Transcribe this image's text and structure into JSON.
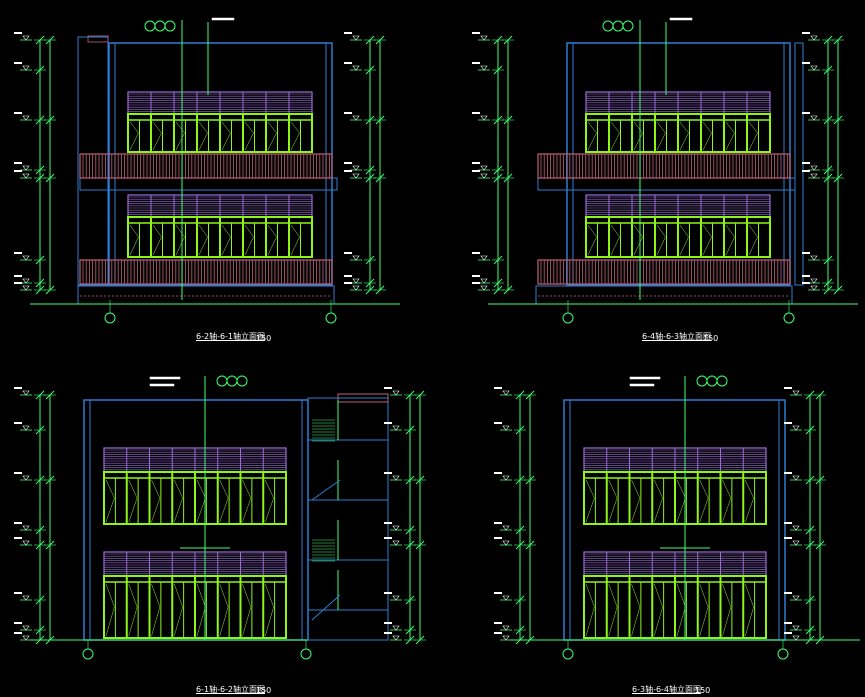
{
  "colors": {
    "background": "#000000",
    "wall": "#2b7fd4",
    "window_frame": "#8ef51a",
    "louver": "#9b6dd8",
    "railing": "#c0607a",
    "dimension": "#3fff6f",
    "text": "#ffffff",
    "leader": "#3fff6f"
  },
  "drawings": [
    {
      "id": "elev-top-left",
      "title": "6-2轴-6-1轴立面图",
      "scale": "150"
    },
    {
      "id": "elev-top-right",
      "title": "6-4轴-6-3轴立面图",
      "scale": "150"
    },
    {
      "id": "elev-bottom-left",
      "title": "6-1轴-6-2轴立面图",
      "scale": "150"
    },
    {
      "id": "elev-bottom-right",
      "title": "6-3轴-6-4轴立面图",
      "scale": "150"
    }
  ]
}
